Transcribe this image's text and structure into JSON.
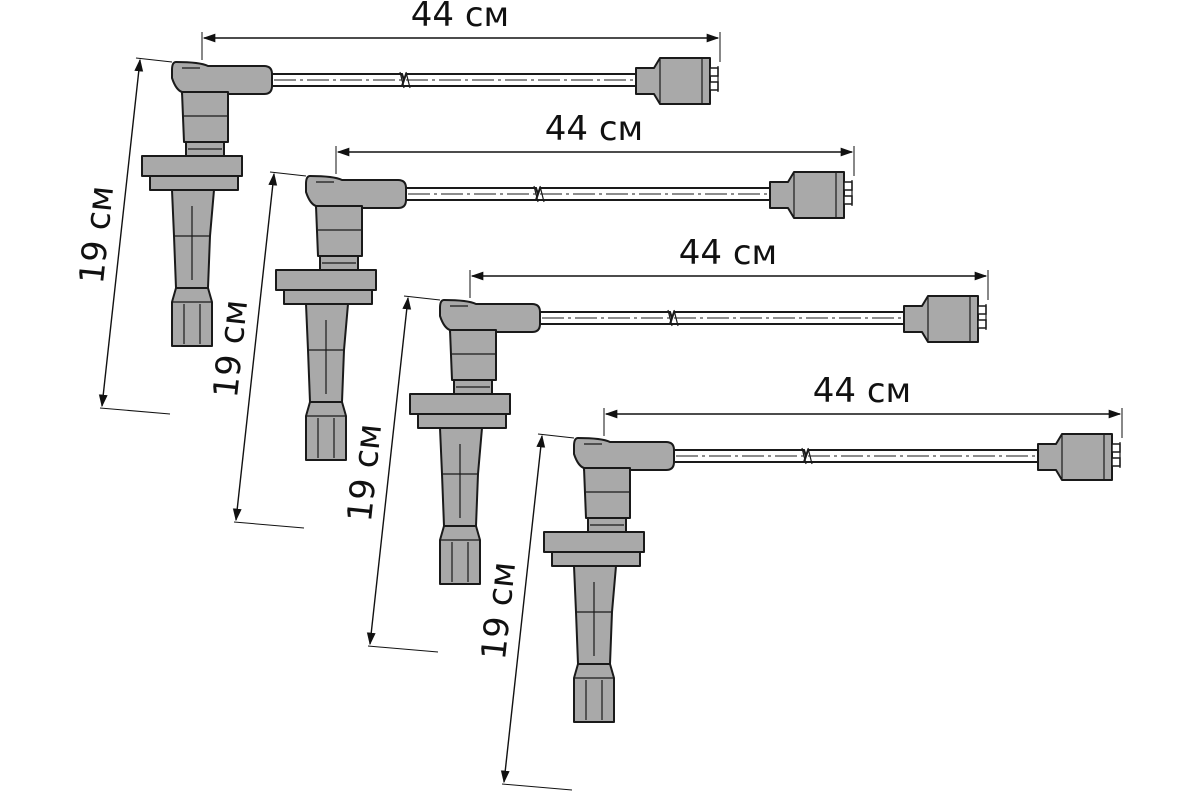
{
  "colors": {
    "background": "#ffffff",
    "body_fill": "#a9a9a9",
    "wire_fill": "#ffffff",
    "line": "#1a1a1a"
  },
  "wires": [
    {
      "length_label": "44 см",
      "boot_label": "19 см"
    },
    {
      "length_label": "44 см",
      "boot_label": "19 см"
    },
    {
      "length_label": "44 см",
      "boot_label": "19 см"
    },
    {
      "length_label": "44 см",
      "boot_label": "19 см"
    }
  ]
}
